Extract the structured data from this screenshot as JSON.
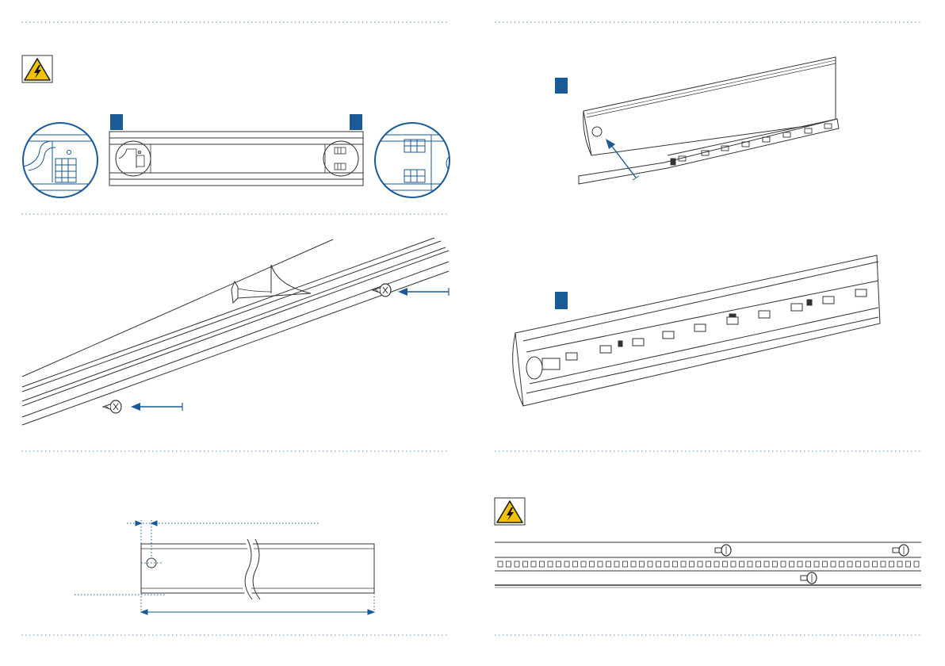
{
  "colors": {
    "accent_blue": "#1a5a96",
    "line_dark": "#333333",
    "divider_blue": "#7fa6cc",
    "warning_yellow": "#f2c200",
    "background": "#ffffff"
  },
  "icons": {
    "warning": "electrical-hazard-warning-icon",
    "fastener": "screw-icon",
    "direction": "arrow-left-icon"
  },
  "panels": [
    {
      "id": "top-left",
      "content": "terminal-block-detail"
    },
    {
      "id": "mid-left",
      "content": "screw-insertion"
    },
    {
      "id": "bottom-left",
      "content": "end-cap-dimension-drawing"
    },
    {
      "id": "top-right",
      "content": "led-strip-tilt-assembly"
    },
    {
      "id": "mid-right",
      "content": "led-strip-installed"
    },
    {
      "id": "bottom-right",
      "content": "led-strip-fastening"
    }
  ]
}
